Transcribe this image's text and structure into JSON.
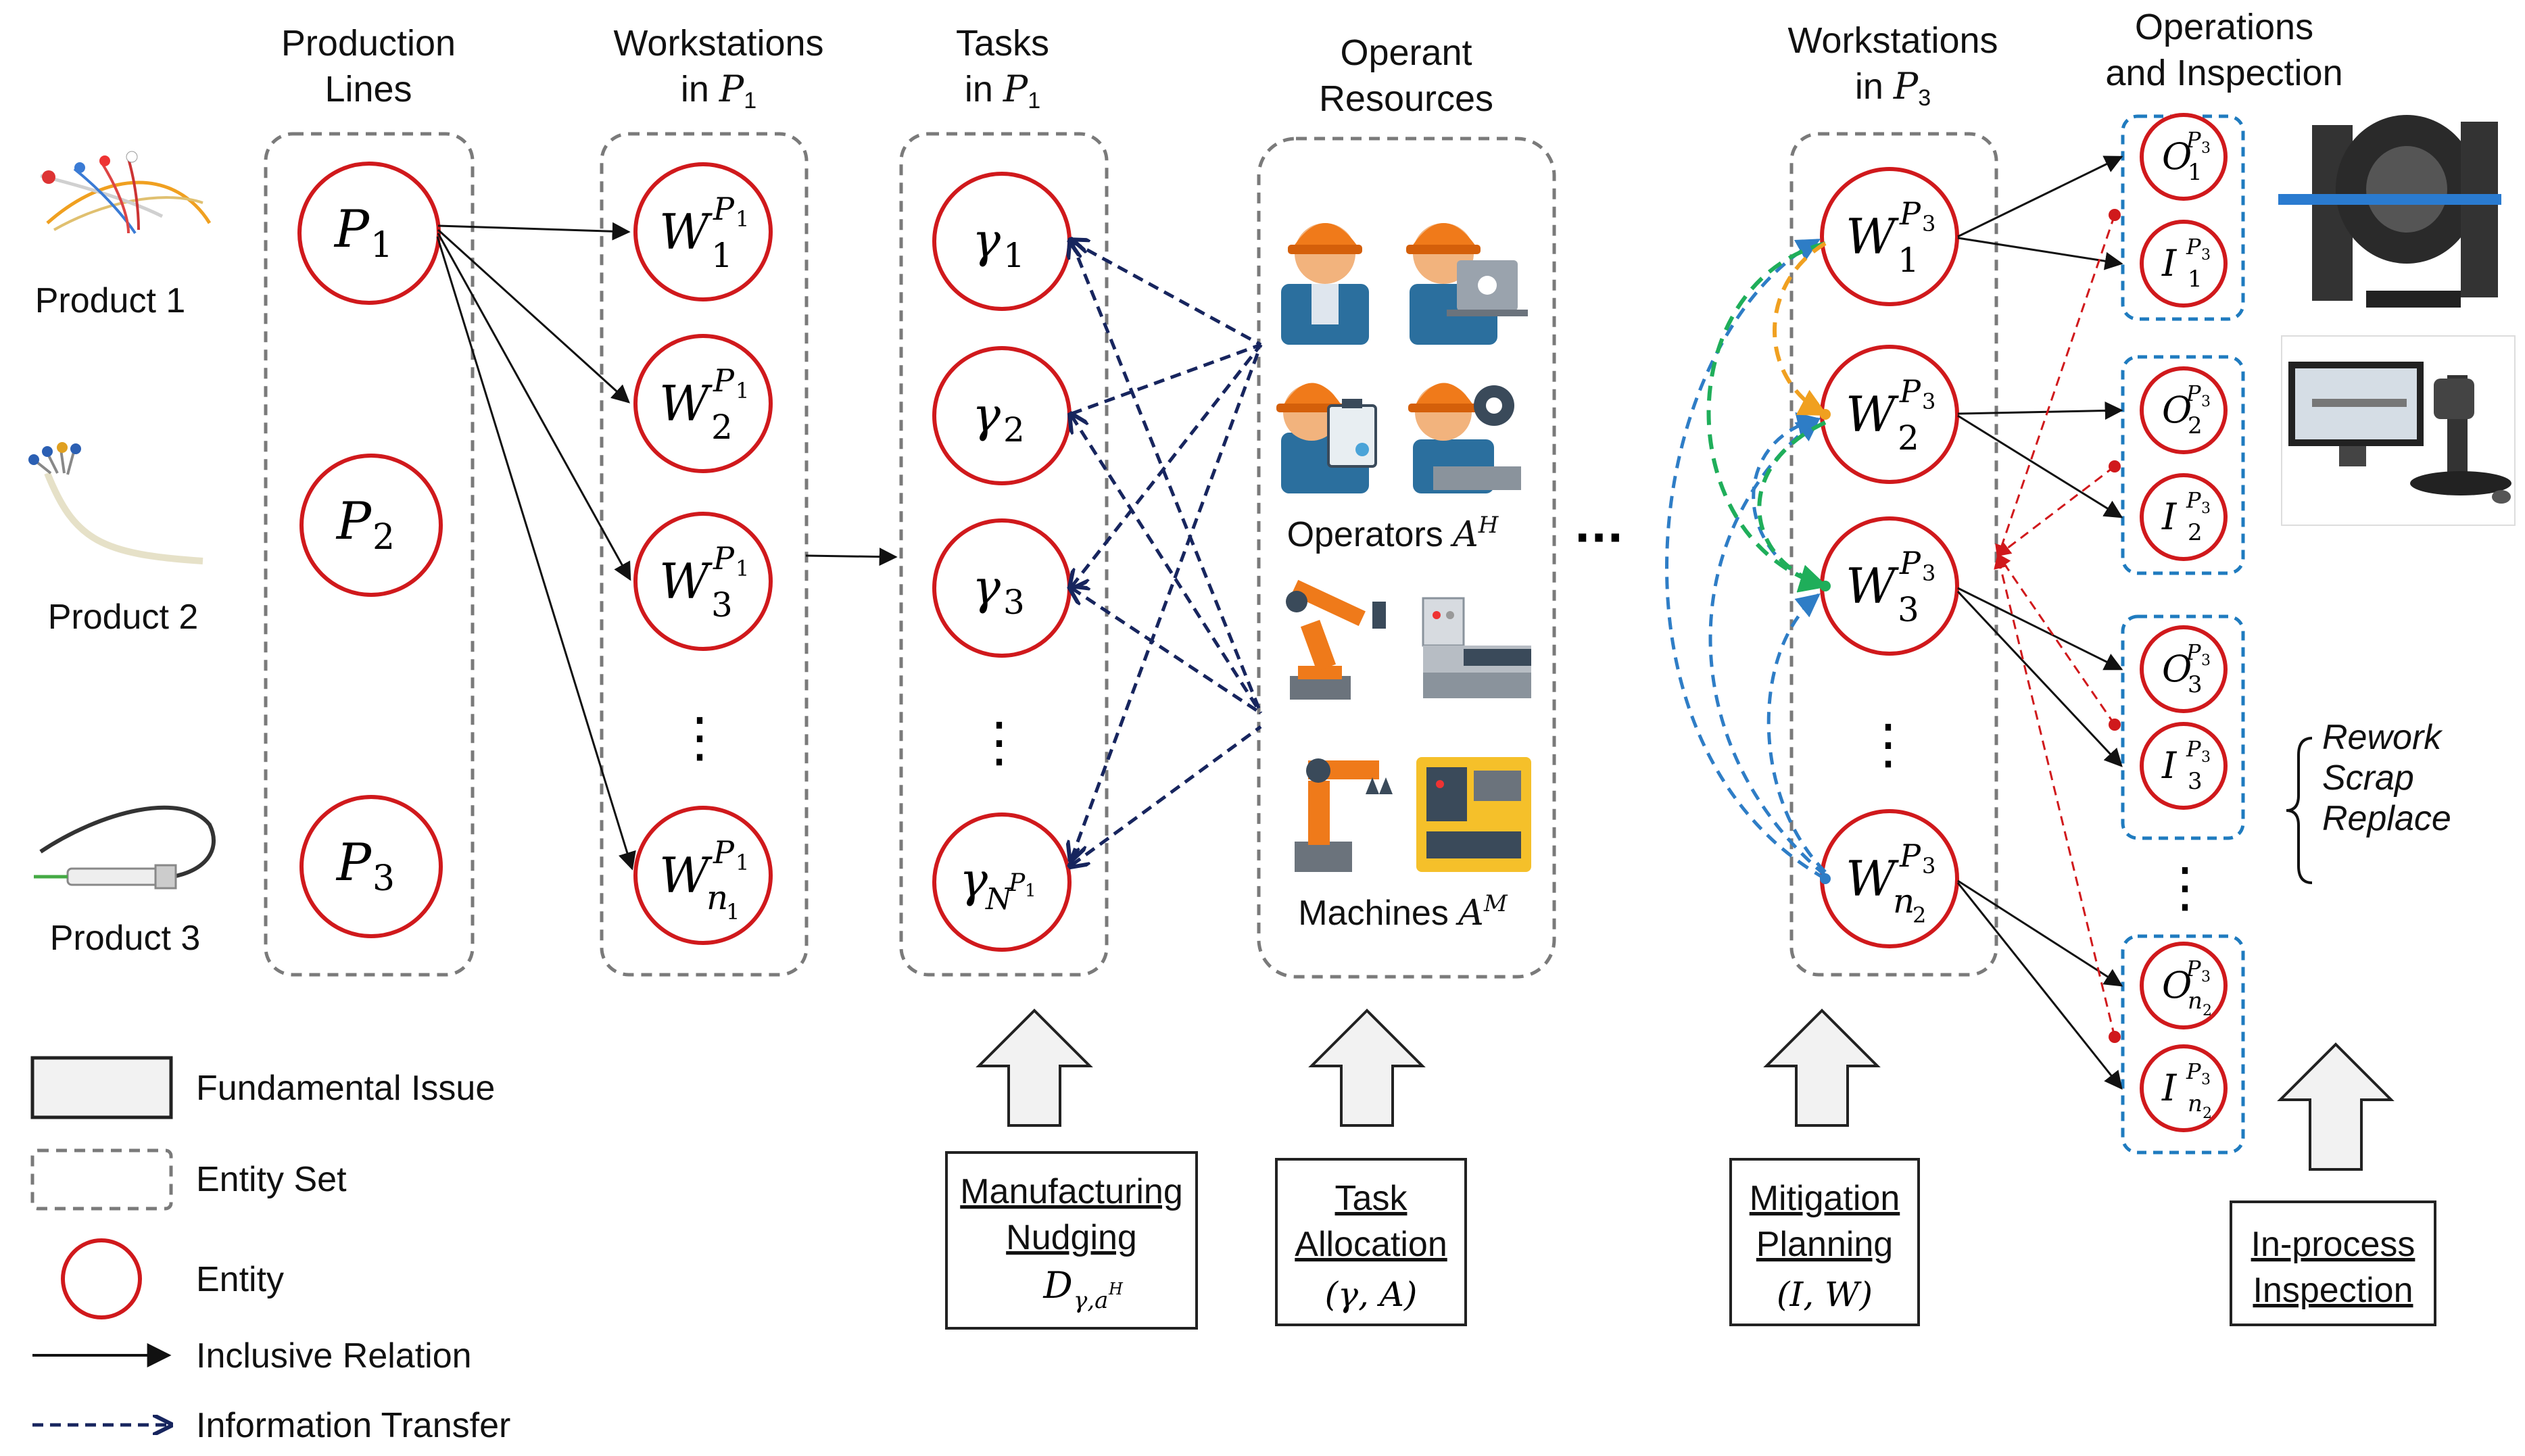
{
  "headers": {
    "production_lines": [
      "Production",
      "Lines"
    ],
    "workstations_p1": [
      "Workstations",
      "in "
    ],
    "tasks_p1": [
      "Tasks",
      "in "
    ],
    "operant_resources": [
      "Operant",
      "Resources"
    ],
    "workstations_p3": [
      "Workstations",
      "in "
    ],
    "operations_inspection": [
      "Operations",
      "and Inspection"
    ]
  },
  "products": [
    "Product 1",
    "Product 2",
    "Product 3"
  ],
  "production_lines": [
    "P",
    "P",
    "P"
  ],
  "production_line_subs": [
    "1",
    "2",
    "3"
  ],
  "p1_workstations": {
    "subs": [
      "1",
      "2",
      "3",
      "n"
    ],
    "n_sub": "1",
    "sup": "P",
    "sup_sub": "1"
  },
  "tasks": {
    "base": "γ",
    "subs": [
      "1",
      "2",
      "3"
    ],
    "last_sub": "N",
    "last_sup": "P",
    "last_sup_sub": "1"
  },
  "operators_label": "Operators ",
  "operators_sym": "A",
  "operators_sup": "H",
  "machines_label": "Machines ",
  "machines_sym": "A",
  "machines_sup": "M",
  "ellipsis_mid": "···",
  "vertical_ellipsis": "⋮",
  "p3_workstations": {
    "subs": [
      "1",
      "2",
      "3",
      "n"
    ],
    "n_sub": "2",
    "sup": "P",
    "sup_sub": "3"
  },
  "operations": {
    "o": "O",
    "i": "I",
    "subs": [
      "1",
      "2",
      "3",
      "n"
    ],
    "n_sub": "2",
    "sup": "P",
    "sup_sub": "3"
  },
  "rework_options": [
    "Rework",
    "Scrap",
    "Replace"
  ],
  "issues": {
    "nudging": {
      "lines": [
        "Manufacturing",
        "Nudging"
      ],
      "math": "D",
      "math_sub": "γ,a",
      "math_sub_sup": "H"
    },
    "task_allocation": {
      "lines": [
        "Task",
        "Allocation"
      ],
      "math": "(γ, A)"
    },
    "mitigation": {
      "lines": [
        "Mitigation",
        "Planning"
      ],
      "math": "(I, W)"
    },
    "inspection": {
      "lines": [
        "In-process",
        "Inspection"
      ]
    }
  },
  "legend": {
    "fundamental_issue": "Fundamental Issue",
    "entity_set": "Entity Set",
    "entity": "Entity",
    "inclusive_relation": "Inclusive Relation",
    "information_transfer": "Information Transfer"
  },
  "colors": {
    "entity_stroke": "#d0191c",
    "entity_set_stroke": "#7a7a7a",
    "inspection_set_stroke": "#1f7bbf",
    "information_transfer": "#17255e",
    "orange_link": "#f0a020",
    "green_link": "#1fae5a",
    "blue_link": "#2e7dc6",
    "red_link": "#d0191c",
    "issue_box_fill": "#f2f2f2"
  },
  "icons": [
    "worker-helmet-icon",
    "worker-laptop-icon",
    "worker-clipboard-icon",
    "worker-gear-icon",
    "robot-arm-icon",
    "cnc-machine-icon",
    "orange-robot-icon",
    "lathe-machine-icon",
    "catheter-product-image",
    "inspection-ring-image",
    "microscope-monitor-image"
  ]
}
